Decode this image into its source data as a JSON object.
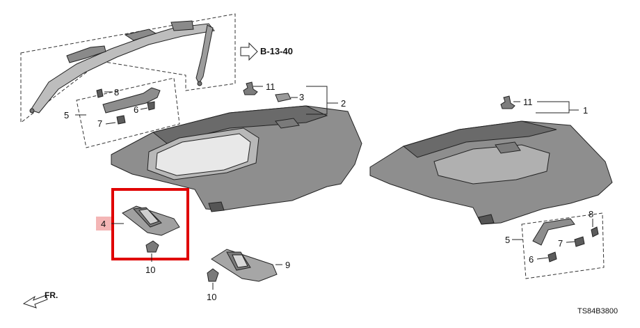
{
  "diagram": {
    "reference": "B-13-40",
    "diagram_code": "TS84B3800",
    "direction_label": "FR.",
    "highlight_color": "#e00000",
    "highlight_label_bg": "#f4b6b6",
    "callouts": {
      "c1": "1",
      "c2": "2",
      "c3": "3",
      "c4": "4",
      "c5a": "5",
      "c5b": "5",
      "c6a": "6",
      "c6b": "6",
      "c7a": "7",
      "c7b": "7",
      "c8a": "8",
      "c8b": "8",
      "c9": "9",
      "c10a": "10",
      "c10b": "10",
      "c11a": "11",
      "c11b": "11"
    }
  }
}
